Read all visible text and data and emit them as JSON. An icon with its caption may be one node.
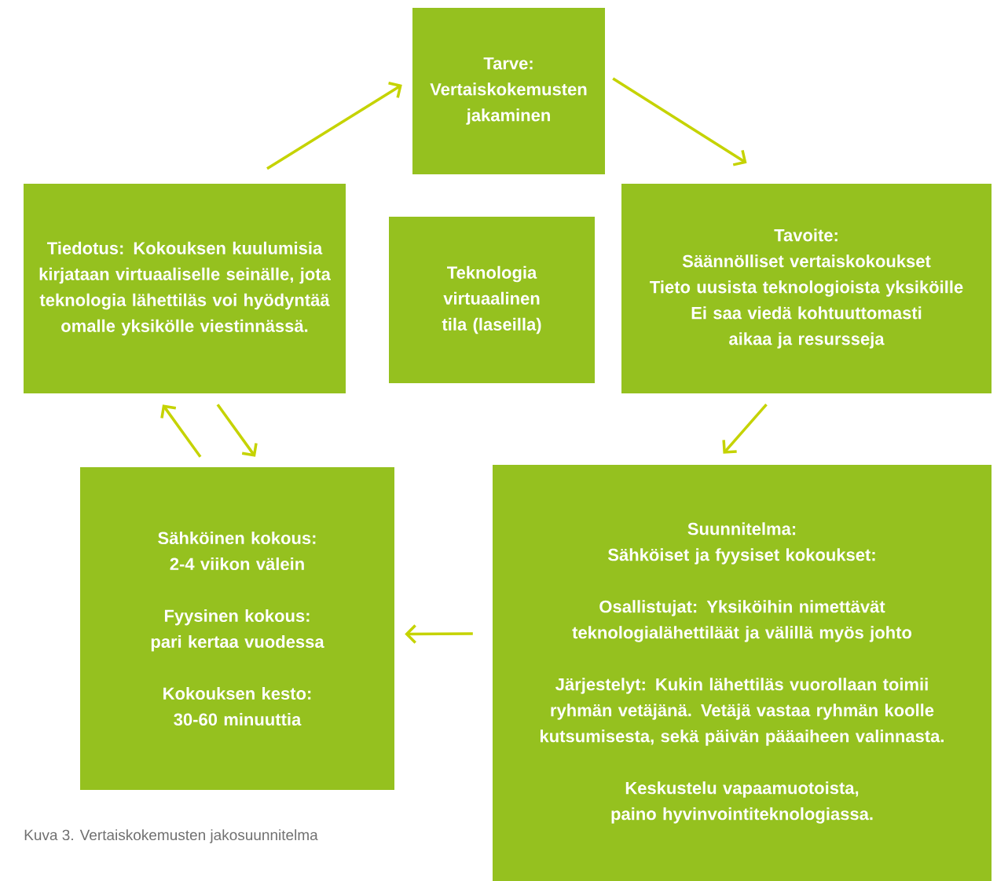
{
  "diagram": {
    "caption": "Kuva 3. Vertaiskokemusten jakosuunnitelma",
    "nodes": [
      {
        "text": [
          "Tarve:",
          "Vertaiskokemusten jakaminen"
        ]
      },
      {
        "text": [
          "Tiedotus: Kokouksen kuulumisia kirjataan virtuaaliselle seinälle, jota teknologia lähettiläs voi hyödyntää omalle yksikölle viestinnässä."
        ]
      },
      {
        "text": [
          "Teknologia",
          "virtuaalinen tila (laseilla)"
        ]
      },
      {
        "text": [
          "Tavoite:",
          "Säännölliset vertaiskokoukset",
          "Tieto uusista teknologioista yksiköille",
          "Ei saa viedä kohtuuttomasti aikaa ja resursseja"
        ]
      },
      {
        "text": [
          "Suunnitelma:",
          "Sähköiset ja fyysiset kokoukset:",
          "Osallistujat: Yksiköihin nimettävät teknologialähettiläät ja välillä myös johto",
          "Järjestelyt: Kukin lähettiläs vuorollaan toimii ryhmän vetäjänä. Vetäjä vastaa ryhmän koolle kutsumisesta, sekä päivän pääaiheen valinnasta.",
          "Keskustelu vapaamuotoista, paino hyvinvointiteknologiassa."
        ]
      },
      {
        "text": [
          "Sähköinen kokous:",
          "2-4 viikon välein",
          "Fyysinen kokous:",
          "pari kertaa vuodessa",
          "Kokouksen kesto:",
          "30-60 minuuttia"
        ]
      }
    ],
    "edges": [
      {
        "from": 1,
        "to": 0,
        "arrow": "to"
      },
      {
        "from": 0,
        "to": 3,
        "arrow": "to"
      },
      {
        "from": 3,
        "to": 4,
        "arrow": "to"
      },
      {
        "from": 4,
        "to": 5,
        "arrow": "to"
      },
      {
        "from": 5,
        "to": 1,
        "arrow": "to"
      },
      {
        "from": 1,
        "to": 5,
        "arrow": "to"
      }
    ]
  }
}
